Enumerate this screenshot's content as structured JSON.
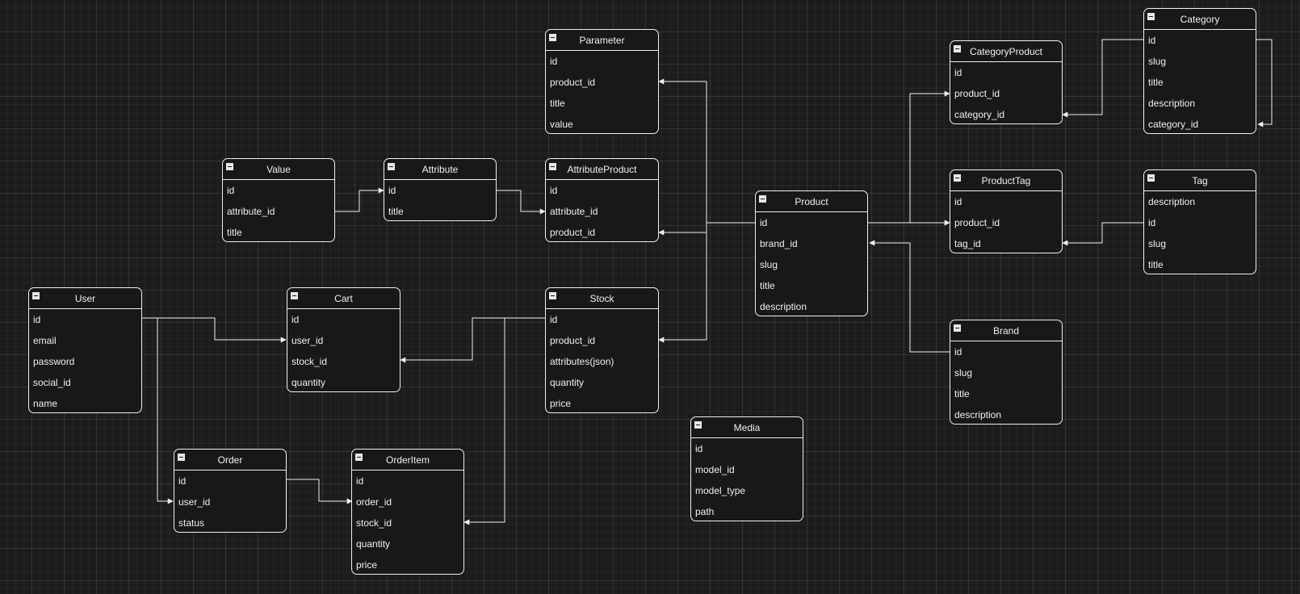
{
  "entities": [
    {
      "id": "parameter",
      "title": "Parameter",
      "fields": [
        "id",
        "product_id",
        "title",
        "value"
      ]
    },
    {
      "id": "value",
      "title": "Value",
      "fields": [
        "id",
        "attribute_id",
        "title"
      ]
    },
    {
      "id": "attribute",
      "title": "Attribute",
      "fields": [
        "id",
        "title"
      ]
    },
    {
      "id": "attribute-product",
      "title": "AttributeProduct",
      "fields": [
        "id",
        "attribute_id",
        "product_id"
      ]
    },
    {
      "id": "product",
      "title": "Product",
      "fields": [
        "id",
        "brand_id",
        "slug",
        "title",
        "description"
      ]
    },
    {
      "id": "category-product",
      "title": "CategoryProduct",
      "fields": [
        "id",
        "product_id",
        "category_id"
      ]
    },
    {
      "id": "category",
      "title": "Category",
      "fields": [
        "id",
        "slug",
        "title",
        "description",
        "category_id"
      ]
    },
    {
      "id": "product-tag",
      "title": "ProductTag",
      "fields": [
        "id",
        "product_id",
        "tag_id"
      ]
    },
    {
      "id": "tag",
      "title": "Tag",
      "fields": [
        "description",
        "id",
        "slug",
        "title"
      ]
    },
    {
      "id": "user",
      "title": "User",
      "fields": [
        "id",
        "email",
        "password",
        "social_id",
        "name"
      ]
    },
    {
      "id": "cart",
      "title": "Cart",
      "fields": [
        "id",
        "user_id",
        "stock_id",
        "quantity"
      ]
    },
    {
      "id": "stock",
      "title": "Stock",
      "fields": [
        "id",
        "product_id",
        "attributes(json)",
        "quantity",
        "price"
      ]
    },
    {
      "id": "brand",
      "title": "Brand",
      "fields": [
        "id",
        "slug",
        "title",
        "description"
      ]
    },
    {
      "id": "media",
      "title": "Media",
      "fields": [
        "id",
        "model_id",
        "model_type",
        "path"
      ]
    },
    {
      "id": "order",
      "title": "Order",
      "fields": [
        "id",
        "user_id",
        "status"
      ]
    },
    {
      "id": "order-item",
      "title": "OrderItem",
      "fields": [
        "id",
        "order_id",
        "stock_id",
        "quantity",
        "price"
      ]
    }
  ]
}
